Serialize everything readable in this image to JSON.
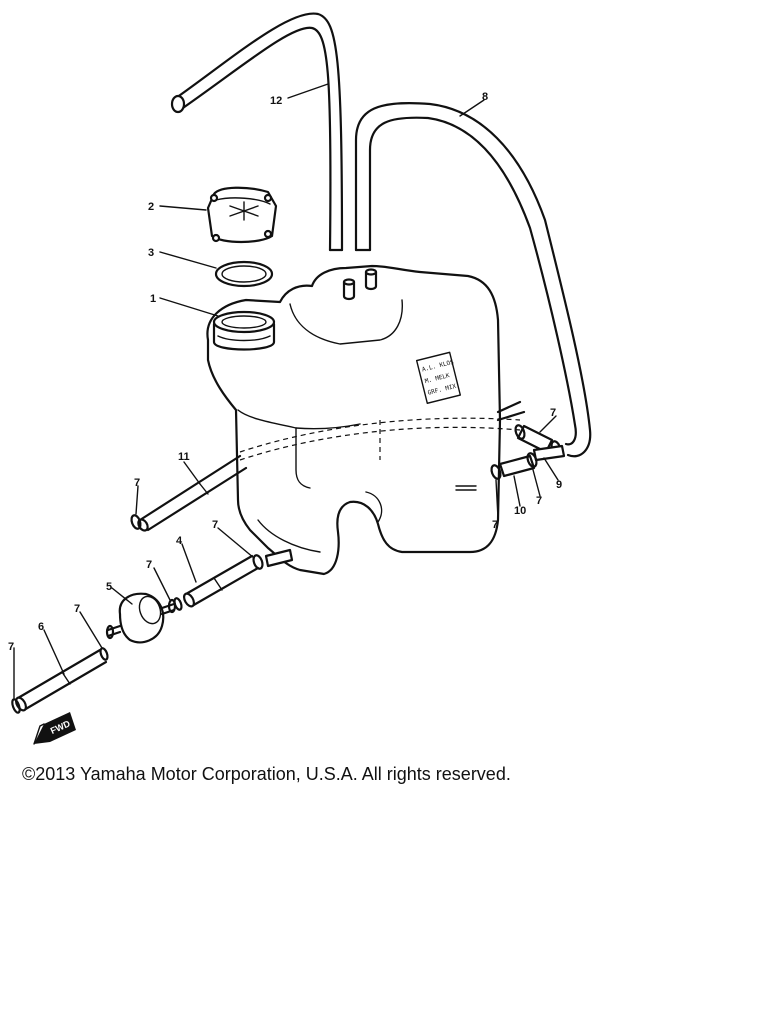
{
  "diagram": {
    "callouts": [
      "12",
      "8",
      "2",
      "3",
      "1",
      "11",
      "7",
      "4",
      "5",
      "6",
      "7",
      "7",
      "7",
      "7",
      "7",
      "7",
      "9",
      "10",
      "7"
    ],
    "tank_label": [
      "A.L. KLOS",
      "M. MELK",
      "GRF. MIX"
    ],
    "fwd_marker": "FWD"
  },
  "copyright": "©2013 Yamaha Motor Corporation, U.S.A. All rights reserved."
}
